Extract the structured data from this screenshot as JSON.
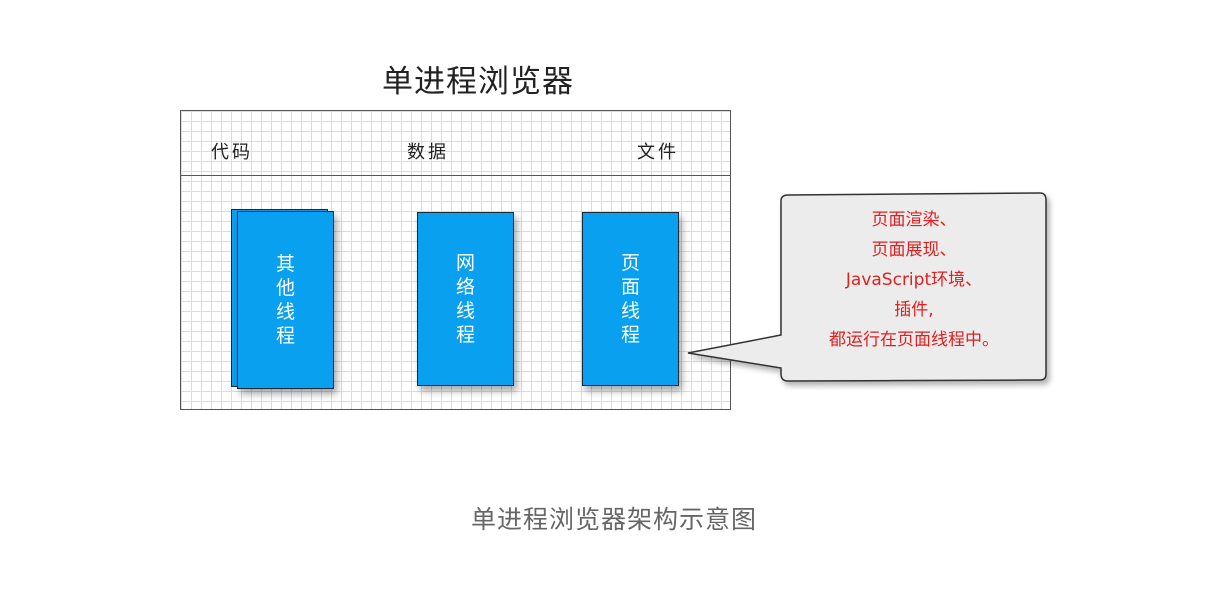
{
  "title": "单进程浏览器",
  "resources": {
    "code": "代码",
    "data": "数据",
    "file": "文件"
  },
  "threads": {
    "other": "其他线程",
    "network": "网络线程",
    "page": "页面线程"
  },
  "callout": {
    "line1": "页面渲染、",
    "line2": "页面展现、",
    "line3": "JavaScript环境、",
    "line4": "插件,",
    "line5": "都运行在页面线程中。"
  },
  "caption": "单进程浏览器架构示意图",
  "colors": {
    "thread": "#0aa0f0",
    "callout_text": "#e02020",
    "callout_bg": "#ececec"
  }
}
